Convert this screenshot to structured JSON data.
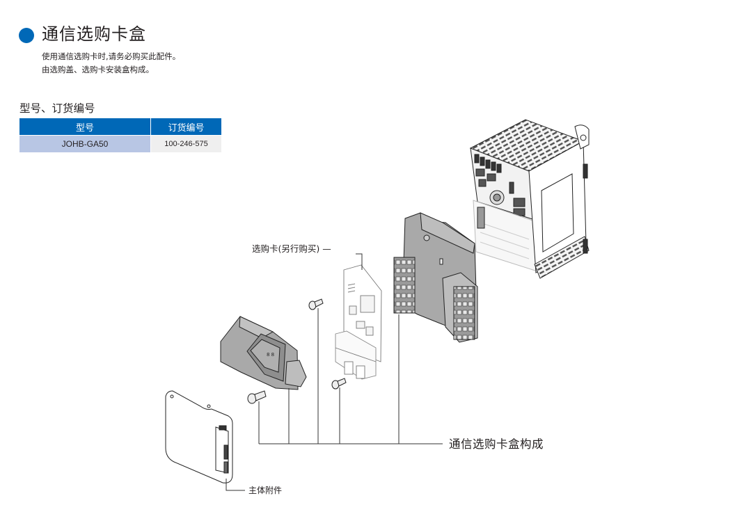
{
  "header": {
    "bullet_color": "#0068b7",
    "title": "通信选购卡盒",
    "description_lines": [
      "使用通信选购卡时,请务必购买此配件。",
      "由选购盖、选购卡安装盒构成。"
    ]
  },
  "model_section": {
    "title": "型号、订货编号",
    "table": {
      "columns": [
        "型号",
        "订货编号"
      ],
      "rows": [
        [
          "JOHB-GA50",
          "100-246-575"
        ]
      ],
      "header_color": "#0068b7",
      "model_cell_color": "#b8c6e4",
      "order_cell_color": "#efefef"
    }
  },
  "diagram": {
    "labels": {
      "option_card": "选购卡(另行购买) —",
      "box_composition": "通信选购卡盒构成",
      "main_accessory": "主体附件"
    },
    "parts": [
      "inverter-unit",
      "option-card-mounting-box",
      "option-card",
      "screw",
      "screw",
      "screw",
      "option-cover-base",
      "front-cover"
    ]
  }
}
